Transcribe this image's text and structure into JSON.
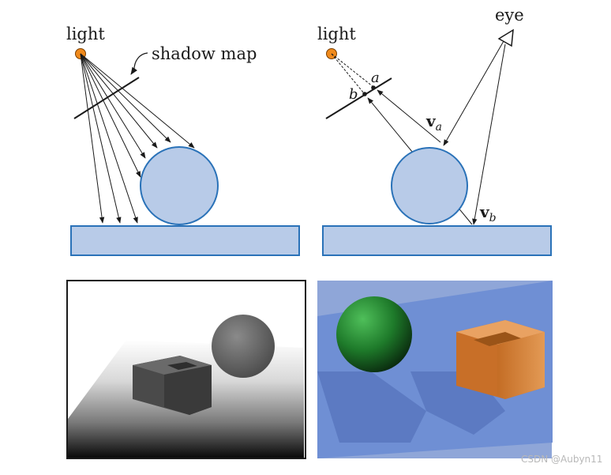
{
  "left_diagram": {
    "light_label": "light",
    "shadow_map_label": "shadow map"
  },
  "right_diagram": {
    "light_label": "light",
    "eye_label": "eye",
    "point_a_label": "a",
    "point_b_label": "b",
    "va_main": "v",
    "va_sub": "a",
    "vb_main": "v",
    "vb_sub": "b"
  },
  "watermark": "CSDN @Aubyn11",
  "colors": {
    "light_fill": "#f08a1c",
    "shape_fill": "#b8cbe8",
    "shape_stroke": "#2a72b8",
    "render_bg": "#6f8fd4",
    "sphere_green": "#1f7a2a",
    "box_orange": "#d98a3c"
  }
}
